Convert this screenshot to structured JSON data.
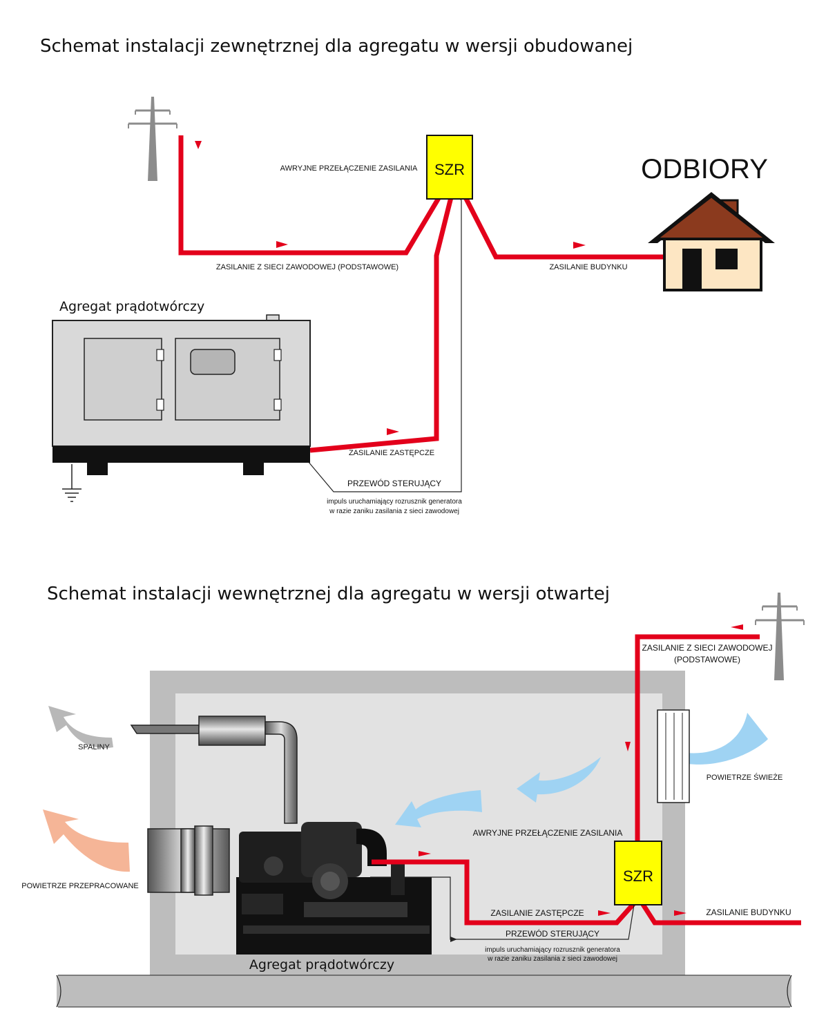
{
  "top": {
    "title": "Schemat instalacji zewnętrznej dla agregatu w wersji obudowanej",
    "szr_caption": "AWRYJNE PRZEŁĄCZENIE ZASILANIA",
    "szr_label": "SZR",
    "odbiory": "ODBIORY",
    "grid_supply": "ZASILANIE Z SIECI ZAWODOWEJ (PODSTAWOWE)",
    "building_supply": "ZASILANIE BUDYNKU",
    "generator_title": "Agregat prądotwórczy",
    "backup_supply": "ZASILANIE ZASTĘPCZE",
    "control_wire": "PRZEWÓD STERUJĄCY",
    "impulse_line1": "impuls uruchamiający rozrusznik generatora",
    "impulse_line2": "w razie zaniku zasilania z sieci zawodowej"
  },
  "bottom": {
    "title": "Schemat instalacji wewnętrznej dla agregatu w wersji otwartej",
    "grid_supply_line1": "ZASILANIE Z SIECI ZAWODOWEJ",
    "grid_supply_line2": "(PODSTAWOWE)",
    "exhaust": "SPALINY",
    "fresh_air": "POWIETRZE ŚWIEŻE",
    "used_air": "POWIETRZE PRZEPRACOWANE",
    "szr_caption": "AWRYJNE PRZEŁĄCZENIE ZASILANIA",
    "szr_label": "SZR",
    "backup_supply": "ZASILANIE ZASTĘPCZE",
    "building_supply": "ZASILANIE BUDYNKU",
    "control_wire": "PRZEWÓD STERUJĄCY",
    "impulse_line1": "impuls uruchamiający rozrusznik generatora",
    "impulse_line2": "w razie zaniku zasilania z sieci zawodowej",
    "generator_title": "Agregat prądotwórczy"
  },
  "colors": {
    "power_line": "#e3001b",
    "szr_box": "#ffff00",
    "house_roof": "#8b3a1e",
    "house_wall": "#fde6c3",
    "fresh_air_arrow": "#9fd3f3",
    "used_air_arrow": "#f5b597",
    "exhaust_arrow": "#b8b8b8"
  }
}
